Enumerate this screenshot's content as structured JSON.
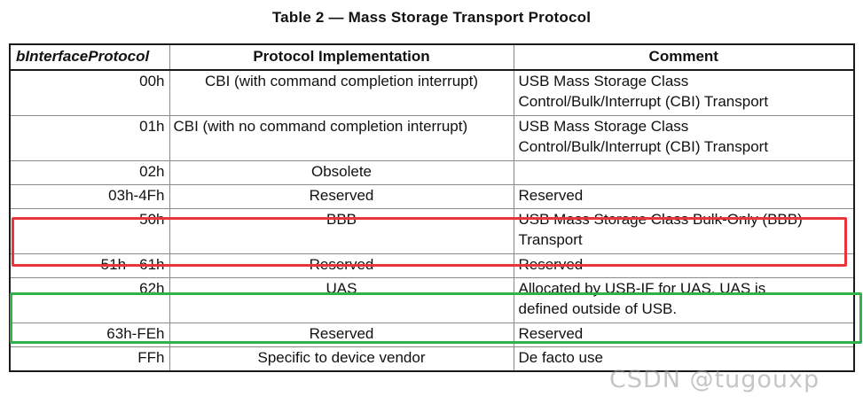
{
  "caption": "Table 2 — Mass Storage Transport Protocol",
  "headers": {
    "protocol": "bInterfaceProtocol",
    "implementation": "Protocol Implementation",
    "comment": "Comment"
  },
  "rows": [
    {
      "code": "00h",
      "impl": "CBI (with command completion interrupt)",
      "comment": "USB Mass Storage Class\nControl/Bulk/Interrupt (CBI) Transport"
    },
    {
      "code": "01h",
      "impl": "CBI (with no command completion interrupt)",
      "comment": "USB Mass Storage Class\nControl/Bulk/Interrupt (CBI) Transport"
    },
    {
      "code": "02h",
      "impl": "Obsolete",
      "comment": ""
    },
    {
      "code": "03h-4Fh",
      "impl": "Reserved",
      "comment": "Reserved"
    },
    {
      "code": "50h",
      "impl": "BBB",
      "comment": "USB Mass Storage Class Bulk-Only (BBB)\nTransport"
    },
    {
      "code": "51h - 61h",
      "impl": "Reserved",
      "comment": "Reserved"
    },
    {
      "code": "62h",
      "impl": "UAS",
      "comment": "Allocated by USB-IF for UAS.  UAS is\ndefined outside of USB."
    },
    {
      "code": "63h-FEh",
      "impl": "Reserved",
      "comment": "Reserved"
    },
    {
      "code": "FFh",
      "impl": "Specific to device vendor",
      "comment": "De facto use"
    }
  ],
  "highlights": {
    "red_color": "#e8343d",
    "green_color": "#2fb24a"
  },
  "watermark": "CSDN @tugouxp"
}
